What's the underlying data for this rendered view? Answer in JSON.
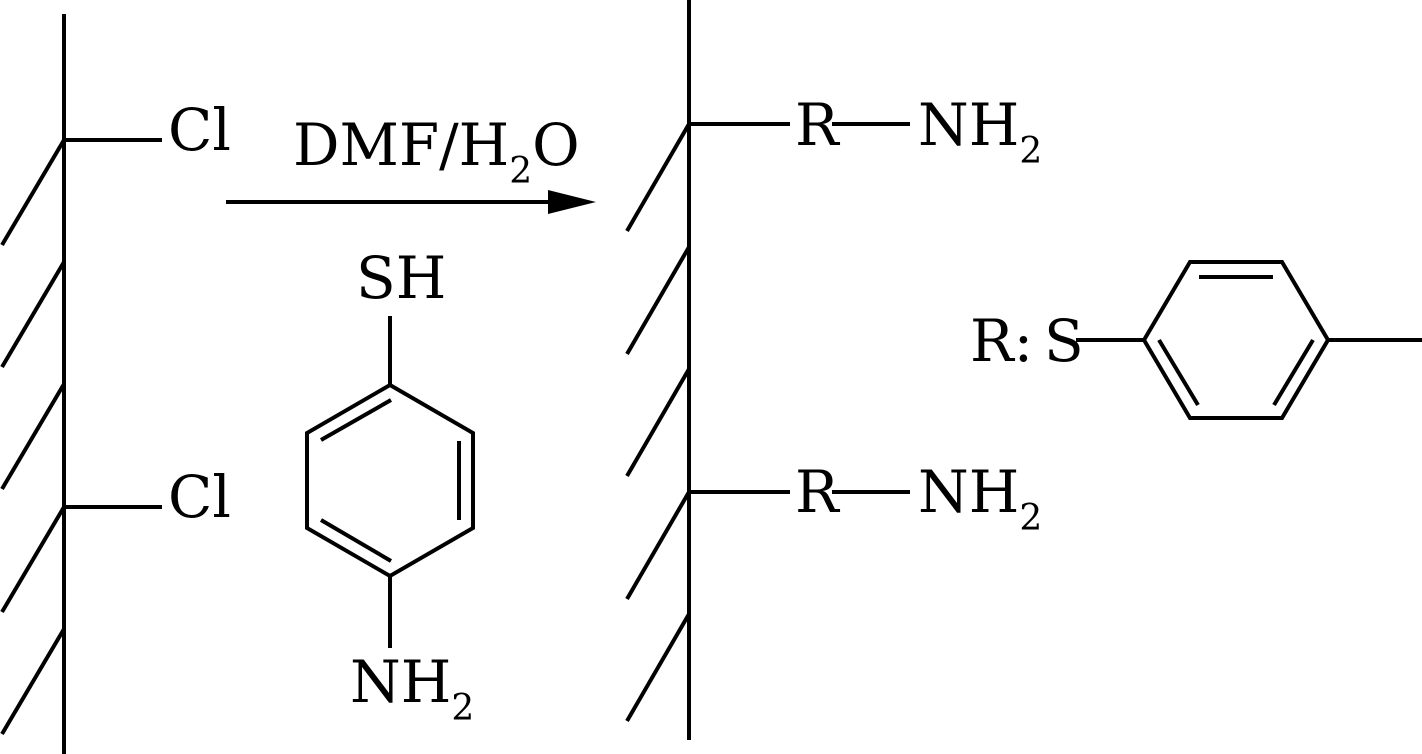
{
  "reactant": {
    "substituent_1": "Cl",
    "substituent_2": "Cl"
  },
  "reagent": {
    "conditions": "DMF/H",
    "conditions_sub": "2",
    "conditions_tail": "O",
    "thiol_group": "SH",
    "amine_group": "NH",
    "amine_sub": "2"
  },
  "product": {
    "group_1_r": "R",
    "group_1_amine": "NH",
    "group_1_amine_sub": "2",
    "group_2_r": "R",
    "group_2_amine": "NH",
    "group_2_amine_sub": "2"
  },
  "legend": {
    "r_label": "R:",
    "sulfur": "S"
  }
}
